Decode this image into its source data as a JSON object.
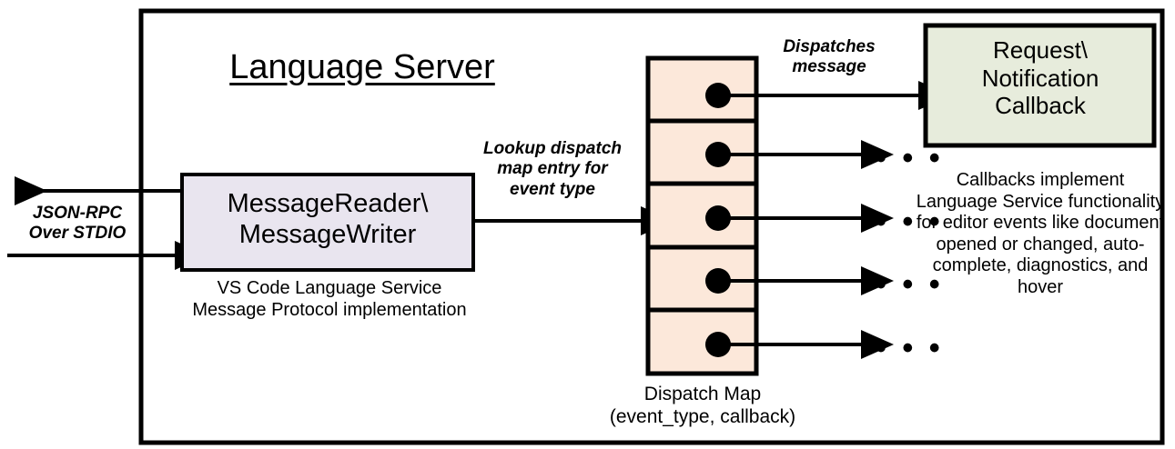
{
  "diagram": {
    "title": "Language Server",
    "colors": {
      "outline": "#000000",
      "message_box_fill": "#e9e5ef",
      "dispatch_map_fill": "#fce8da",
      "callback_box_fill": "#e7ecdc",
      "background": "#ffffff"
    },
    "external_channel": {
      "label": "JSON-RPC\nOver STDIO",
      "outbound_arrow_name": "outbound-json-rpc-arrow",
      "inbound_arrow_name": "inbound-json-rpc-arrow"
    },
    "message_box": {
      "label": "MessageReader\\\nMessageWriter",
      "caption": "VS Code Language Service\nMessage Protocol implementation"
    },
    "lookup_edge": {
      "label": "Lookup dispatch\nmap entry for\nevent type"
    },
    "dispatch_map": {
      "caption": "Dispatch Map\n(event_type, callback)",
      "row_count": 5,
      "rows": [
        {
          "index": 1,
          "target": "Request\\Notification Callback"
        },
        {
          "index": 2,
          "target": "..."
        },
        {
          "index": 3,
          "target": "..."
        },
        {
          "index": 4,
          "target": "..."
        },
        {
          "index": 5,
          "target": "..."
        }
      ],
      "ellipsis": "• • •"
    },
    "dispatch_edge": {
      "label": "Dispatches\nmessage"
    },
    "callback_box": {
      "label": "Request\\\nNotification\nCallback",
      "caption": "Callbacks implement Language Service functionality for editor events like document opened or changed, auto-complete, diagnostics, and hover"
    }
  }
}
